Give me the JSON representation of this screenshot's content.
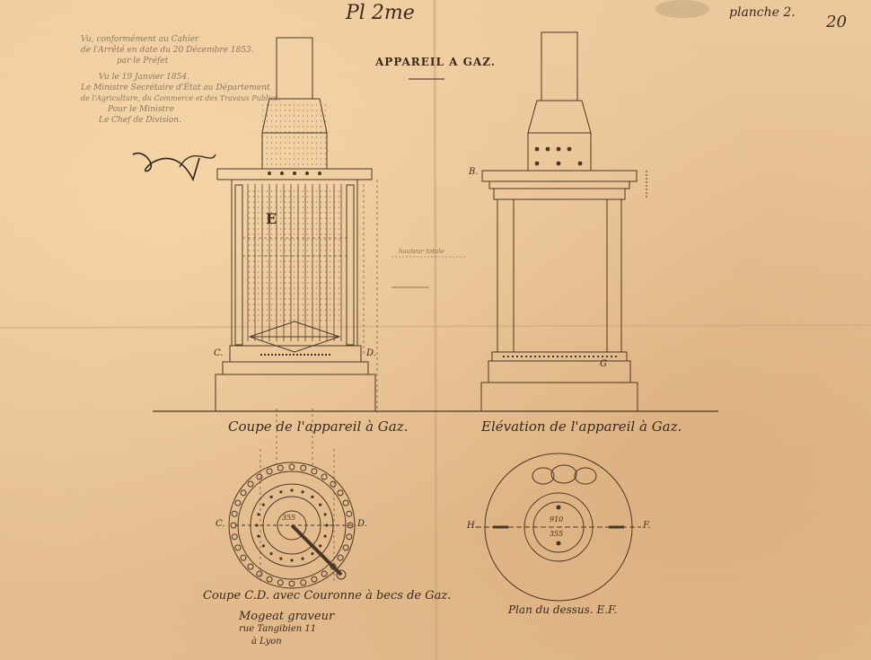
{
  "sheet": {
    "plate_label": "Pl 2me",
    "planche_label": "planche 2.",
    "sheet_number": "20",
    "title": "APPAREIL A GAZ.",
    "stamp_lines": [
      "Vu, conformément au Cahier",
      "de l'Arrêté en date du 20 Décembre 1853.",
      "par le Préfet",
      "Vu le 19 Janvier 1854.",
      "Le Ministre Secrétaire d'État au Département",
      "de l'Agriculture, du Commerce et des Travaux Publics.",
      "Pour le Ministre",
      "Le Chef de Division."
    ]
  },
  "views": {
    "section_caption": "Coupe de l'appareil à Gaz.",
    "elevation_caption": "Elévation de l'appareil à Gaz.",
    "section_plan_caption": "Coupe C.D. avec Couronne à becs de Gaz.",
    "top_plan_caption": "Plan du dessus. E.F."
  },
  "labels": {
    "E": "E",
    "C": "C.",
    "D": "D.",
    "B": "B.",
    "G": "G",
    "H": "H.",
    "F": "F.",
    "dim_355": "355",
    "dim_910": "910",
    "note_margin": "hauteur totale"
  },
  "engraver": {
    "name": "Mogeat graveur",
    "address_line1": "rue Tangibien 11",
    "address_line2": "à Lyon"
  }
}
